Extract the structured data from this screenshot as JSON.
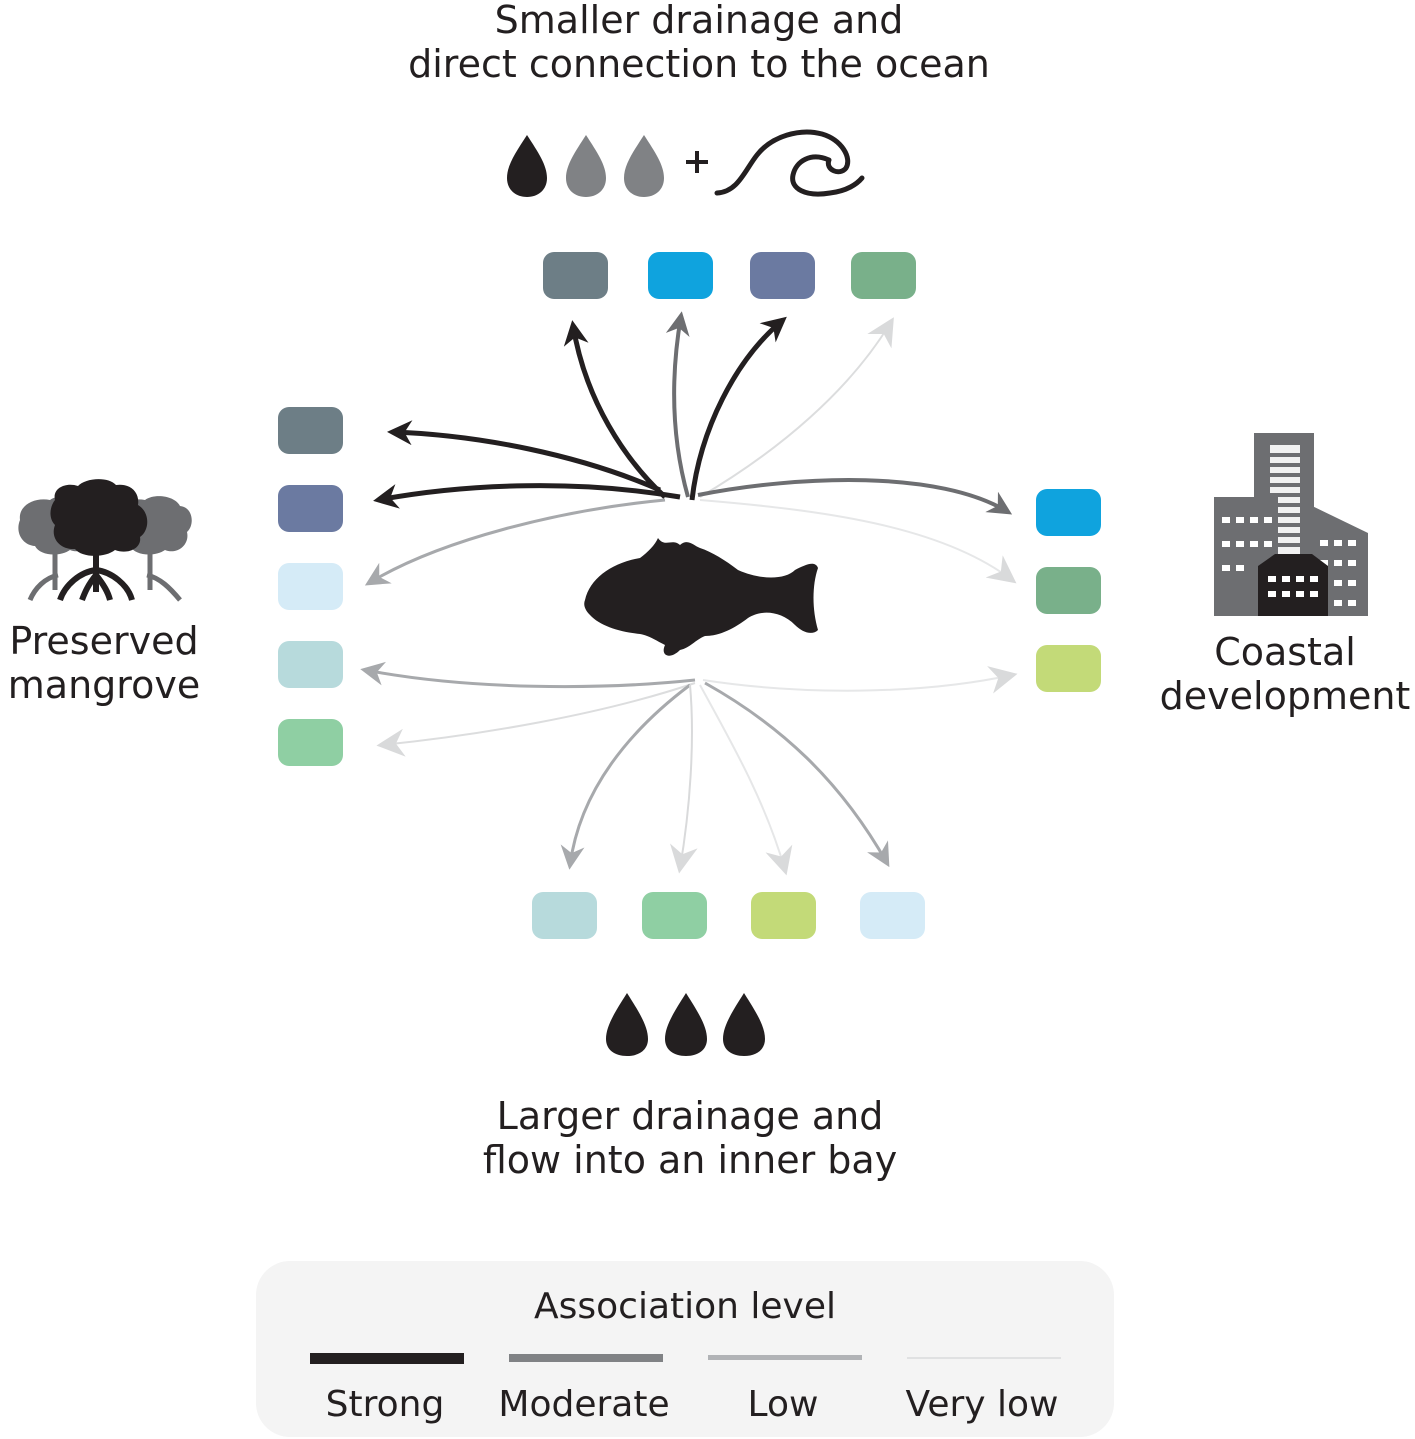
{
  "labels": {
    "top": [
      "Smaller drainage and",
      "direct connection to the ocean"
    ],
    "bottom": [
      "Larger drainage and",
      "flow into an inner bay"
    ],
    "left": [
      "Preserved",
      "mangrove"
    ],
    "right": [
      "Coastal",
      "development"
    ]
  },
  "legend": {
    "title": "Association level",
    "levels": [
      {
        "label": "Strong",
        "color": "#231f20"
      },
      {
        "label": "Moderate",
        "color": "#808285"
      },
      {
        "label": "Low",
        "color": "#b1b3b6"
      },
      {
        "label": "Very low",
        "color": "#e6e7e8"
      }
    ]
  },
  "colors": {
    "slate": "#6d7e86",
    "bright_blue": "#0fa3de",
    "periwinkle": "#6b7aa1",
    "green": "#79b08a",
    "pale_blue": "#d5ebf7",
    "light_teal": "#b7dadc",
    "mint": "#8fcfa3",
    "lime": "#c3da78",
    "silhouette": "#231f20",
    "gray_icon": "#808285"
  },
  "icons": {
    "top": [
      "drop-icon",
      "drop-icon",
      "drop-icon",
      "plus-icon",
      "wave-icon"
    ],
    "bottom": [
      "drop-icon",
      "drop-icon",
      "drop-icon"
    ],
    "left": "mangrove-trees-icon",
    "right": "city-buildings-icon",
    "center": "fish-icon"
  },
  "associations": {
    "top": [
      "strong",
      "moderate",
      "strong",
      "very low"
    ],
    "left": [
      "strong",
      "strong",
      "low",
      "low",
      "very low"
    ],
    "right": [
      "moderate",
      "very low",
      "very low"
    ],
    "bottom": [
      "low",
      "very low",
      "very low",
      "low"
    ]
  }
}
